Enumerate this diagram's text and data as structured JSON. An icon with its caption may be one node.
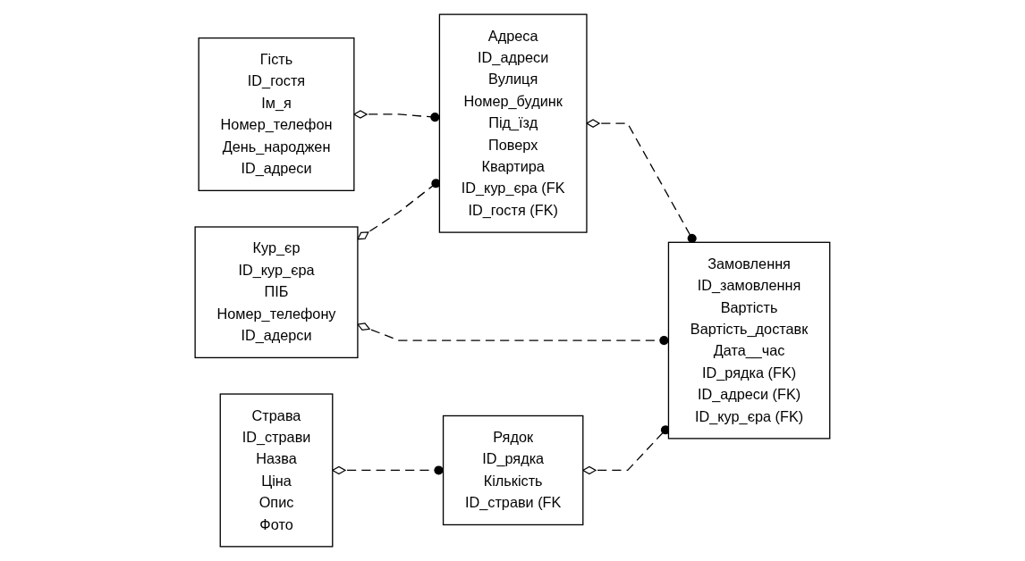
{
  "diagram": {
    "nodes": [
      {
        "text": [
          "Гість",
          "ID_гостя",
          "Ім_я",
          "Номер_телефон",
          "День_народжен",
          "ID_адреси"
        ]
      },
      {
        "text": [
          "Адреса",
          "ID_адреси",
          "Вулиця",
          "Номер_будинк",
          "Під_їзд",
          "Поверх",
          "Квартира",
          "ID_кур_єра (FK",
          "ID_гостя (FK)"
        ]
      },
      {
        "text": [
          "Кур_єр",
          "ID_кур_єра",
          "ПІБ",
          "Номер_телефону",
          "ID_адерси"
        ]
      },
      {
        "text": [
          "Страва",
          "ID_страви",
          "Назва",
          "Ціна",
          "Опис",
          "Фото"
        ]
      },
      {
        "text": [
          "Замовлення",
          "ID_замовлення",
          "Вартість",
          "Вартість_доставк",
          "Дата__час",
          "ID_рядка (FK)",
          "ID_адреси (FK)",
          "ID_кур_єра (FK)"
        ]
      },
      {
        "text": [
          "Рядок",
          "ID_рядка",
          "Кількість",
          "ID_страви (FK"
        ]
      }
    ],
    "edges": [
      {
        "from": 0,
        "to": 1,
        "arrow": "other",
        "style": "dashed"
      },
      {
        "from": 2,
        "to": 1,
        "arrow": "other",
        "style": "dashed"
      },
      {
        "from": 1,
        "to": 4,
        "arrow": "other",
        "style": "dashed"
      },
      {
        "from": 2,
        "to": 4,
        "arrow": "other",
        "style": "dashed"
      },
      {
        "from": 3,
        "to": 5,
        "arrow": "other",
        "style": "dashed"
      },
      {
        "from": 5,
        "to": 4,
        "arrow": "other",
        "style": "dashed"
      }
    ]
  }
}
